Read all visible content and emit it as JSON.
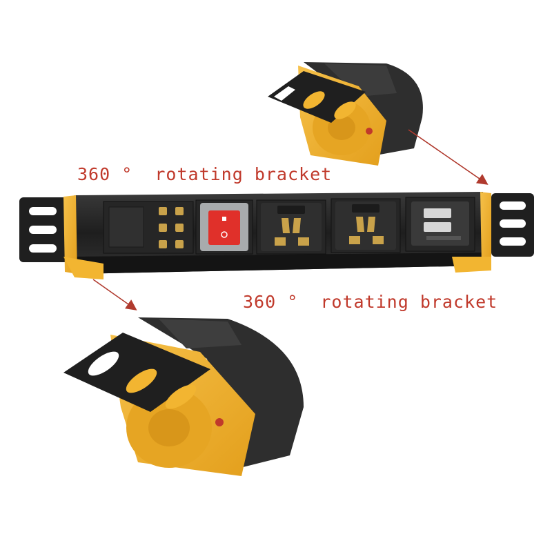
{
  "annotations": [
    {
      "text": "360 °  rotating bracket"
    },
    {
      "text": "360 °  rotating bracket"
    }
  ],
  "colors": {
    "caption": "#c0392b",
    "arrow": "#b03a2e",
    "housing": "#2b2b2b",
    "end_cap": "#f2b531",
    "bracket": "#1f1f1f",
    "switch": "#e0302a"
  },
  "product": {
    "modules": [
      "terminal-block",
      "rocker-switch",
      "universal-socket",
      "universal-socket",
      "usb-charger"
    ]
  }
}
